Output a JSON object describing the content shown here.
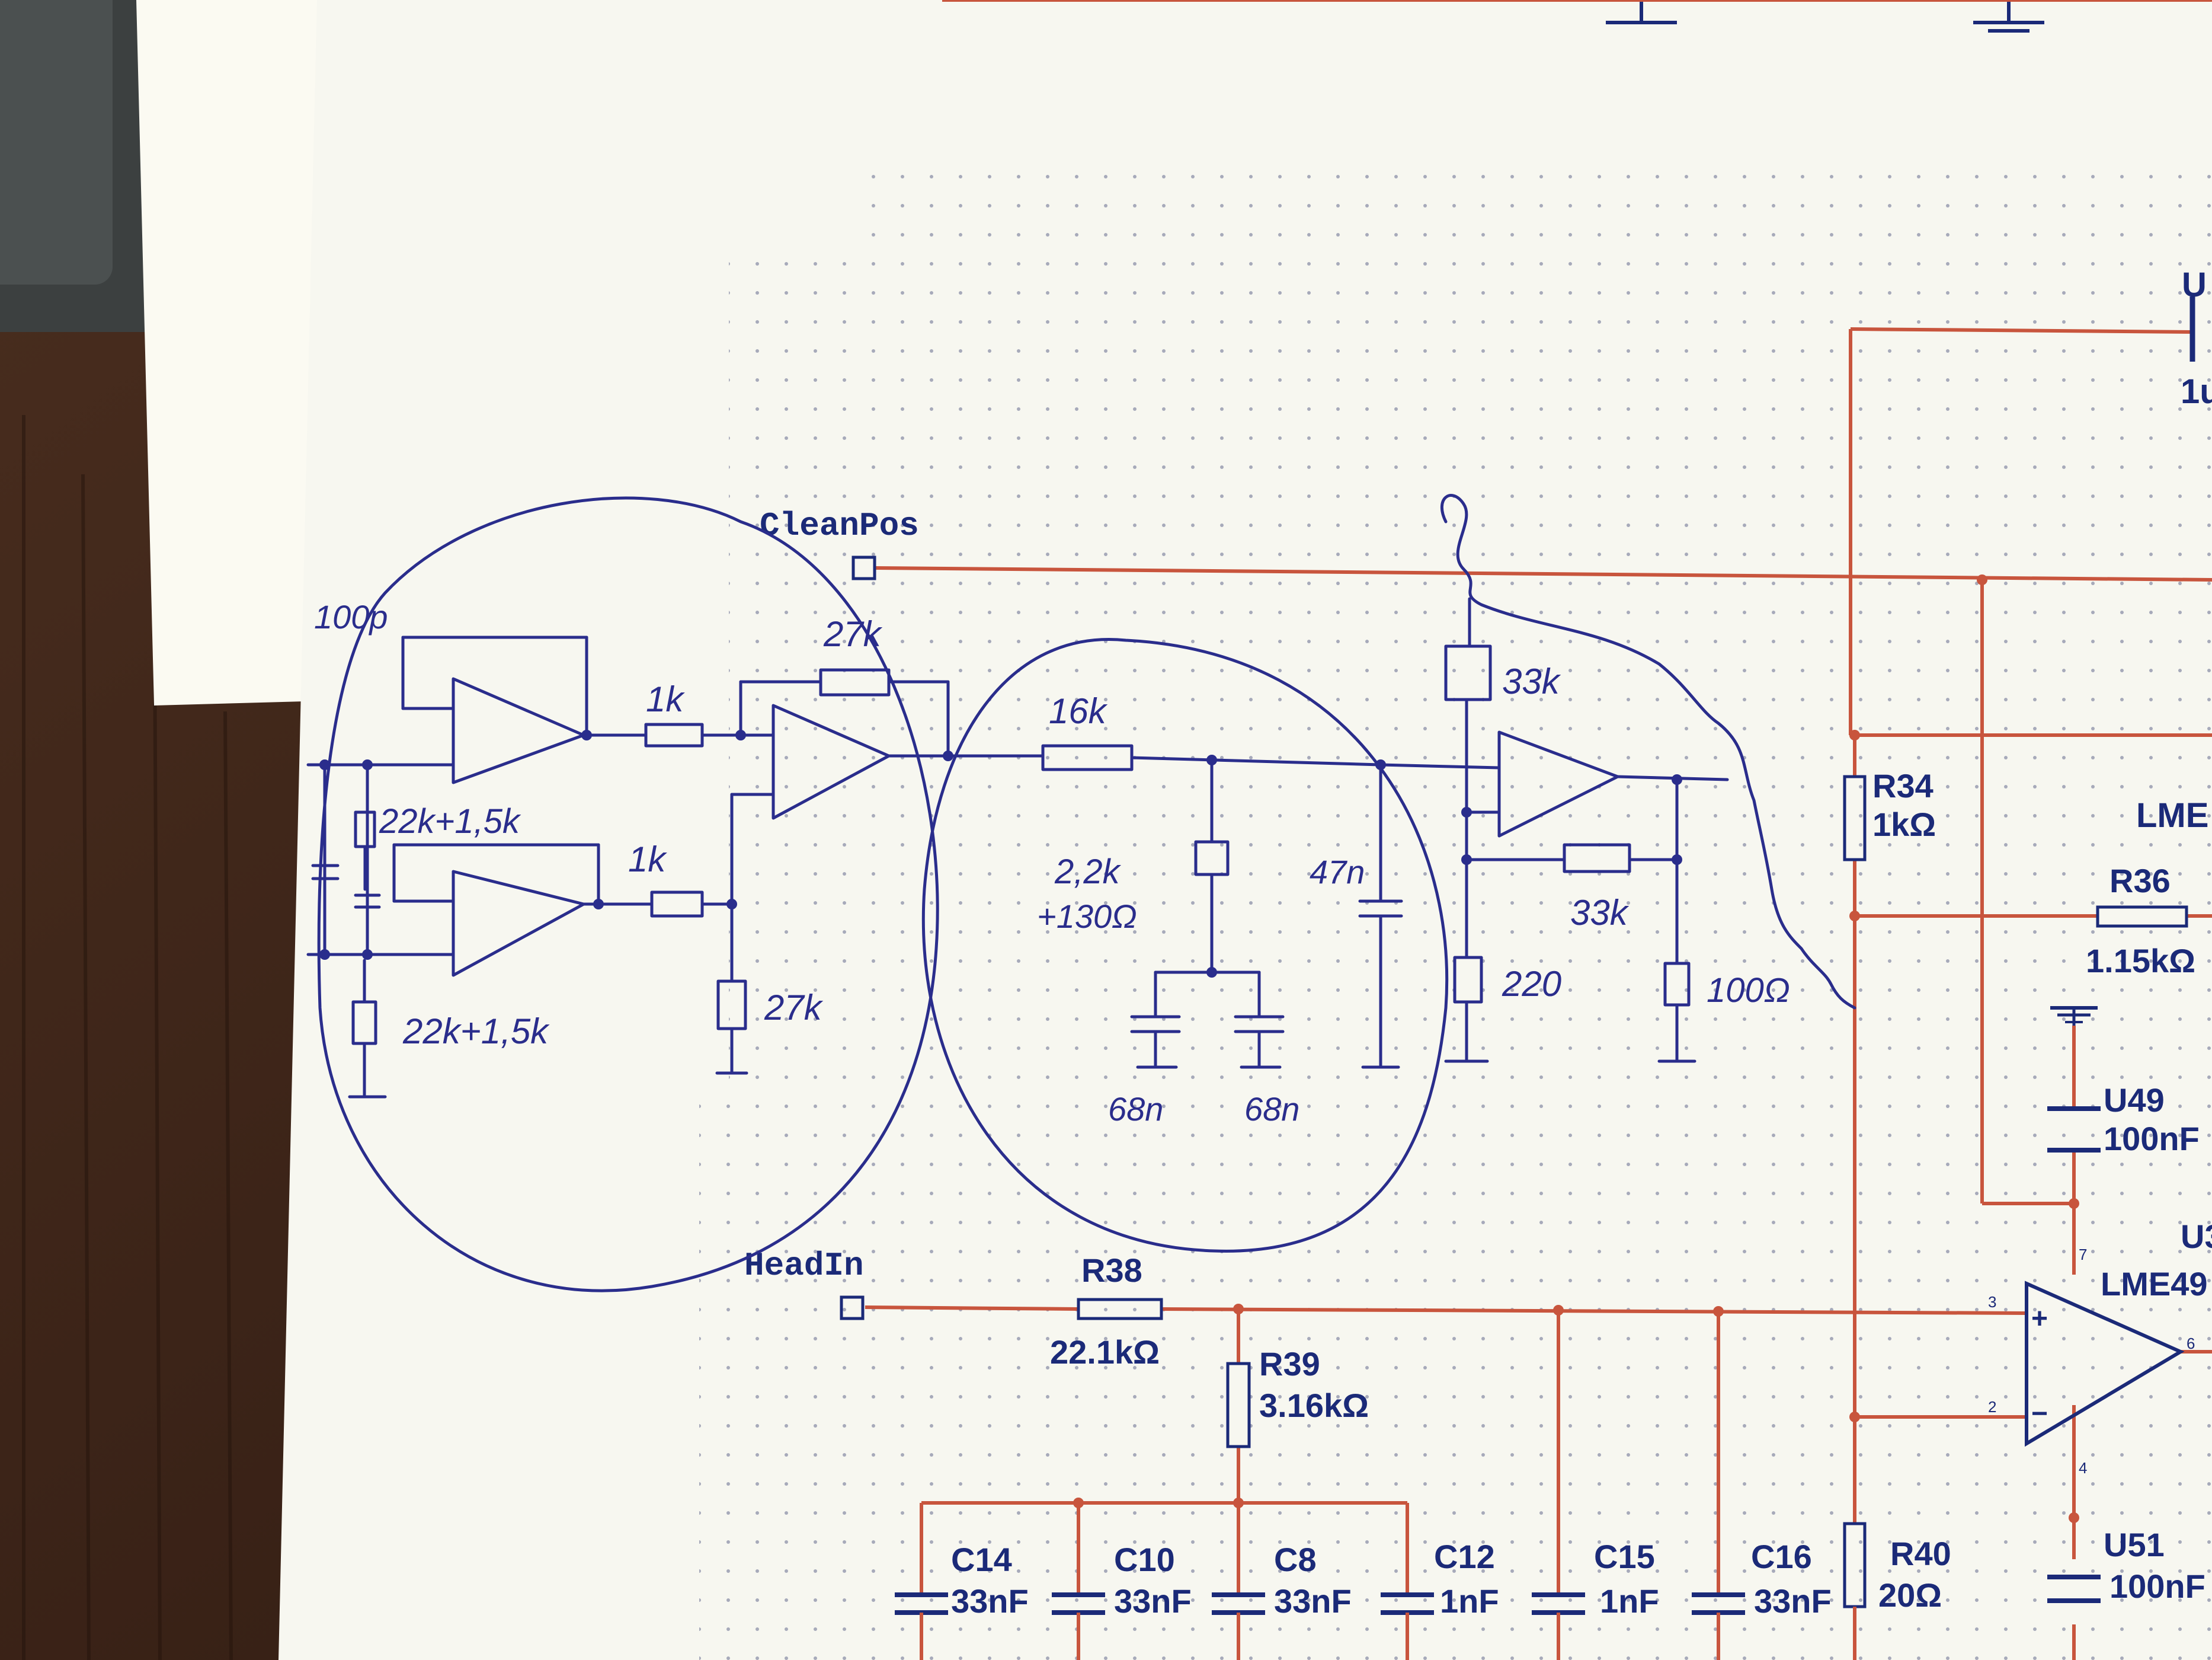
{
  "colors": {
    "desk": "#3a2318",
    "paper": "#f7f7f0",
    "back_paper": "#fbfaf2",
    "printed_wire": "#c8553d",
    "printed_text": "#1b2a78",
    "ink": "#2a2d8c",
    "dots": "#9ea1b4"
  },
  "net_labels": {
    "clean_pos": "CleanPos",
    "head_in": "HeadIn"
  },
  "printed": {
    "r34": {
      "ref": "R34",
      "value": "1kΩ"
    },
    "r36": {
      "ref": "R36",
      "value": "1.15kΩ"
    },
    "r38": {
      "ref": "R38",
      "value": "22.1kΩ"
    },
    "r39": {
      "ref": "R39",
      "value": "3.16kΩ"
    },
    "r40": {
      "ref": "R40",
      "value": "20Ω"
    },
    "u49": {
      "ref": "U49",
      "value": "100nF"
    },
    "u51": {
      "ref": "U51",
      "value": "100nF"
    },
    "u_top": "U",
    "u_top_value": "1u",
    "u3_ref": "U3",
    "u3_part": "LME49",
    "lme_partial": "LME",
    "c14": {
      "ref": "C14",
      "value": "33nF"
    },
    "c10": {
      "ref": "C10",
      "value": "33nF"
    },
    "c8": {
      "ref": "C8",
      "value": "33nF"
    },
    "c12": {
      "ref": "C12",
      "value": "1nF"
    },
    "c15": {
      "ref": "C15",
      "value": "1nF"
    },
    "c16": {
      "ref": "C16",
      "value": "33nF"
    },
    "pin3": "3",
    "pin2": "2",
    "pin6": "6",
    "pin7": "7",
    "pin4": "4",
    "plus": "+",
    "minus": "−"
  },
  "handwritten": {
    "c100": "100p",
    "r1k_top": "1k",
    "r1k_bottom": "1k",
    "r27k_top": "27k",
    "r27k_side": "27k",
    "r22k_top": "22k+1,5k",
    "r22k_bottom": "22k+1,5k",
    "r16k": "16k",
    "r2k2": "2,2k",
    "r130": "+130Ω",
    "c68_left": "68n",
    "c68_right": "68n",
    "c47n": "47n",
    "r33k_top": "33k",
    "r33k_fb": "33k",
    "r220": "220",
    "r100": "100Ω"
  }
}
